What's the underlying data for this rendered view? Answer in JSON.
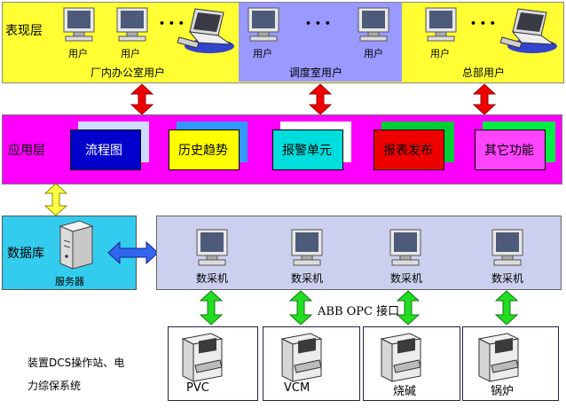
{
  "presentation": {
    "title": "表现层",
    "user_label": "用户",
    "ellipsis": "• • •",
    "groups": [
      {
        "name": "厂内办公室用户"
      },
      {
        "name": "调度室用户"
      },
      {
        "name": "总部用户"
      }
    ]
  },
  "application": {
    "title": "应用层",
    "modules": [
      {
        "label": "流程图"
      },
      {
        "label": "历史趋势"
      },
      {
        "label": "报警单元"
      },
      {
        "label": "报表发布"
      },
      {
        "label": "其它功能"
      }
    ]
  },
  "database": {
    "title": "数据库",
    "server_label": "服务器"
  },
  "acquisition": {
    "machine_label": "数采机",
    "opc_label": "ABB OPC 接口"
  },
  "devices": [
    {
      "label": "PVC"
    },
    {
      "label": "VCM"
    },
    {
      "label": "烧碱"
    },
    {
      "label": "锅炉"
    }
  ],
  "note": {
    "line1": "装置DCS操作站、电",
    "line2": "力综保系统"
  },
  "colors": {
    "presentation_bg": "#ffff33",
    "dispatch_bg": "#9999ff",
    "application_bg": "#ff00ff",
    "database_bg": "#33ccee",
    "acquisition_bg": "#ccd0ee",
    "arrow_red": "#ee0000",
    "arrow_green": "#22dd22",
    "arrow_blue": "#3366ee",
    "arrow_yellow": "#ffff44"
  }
}
